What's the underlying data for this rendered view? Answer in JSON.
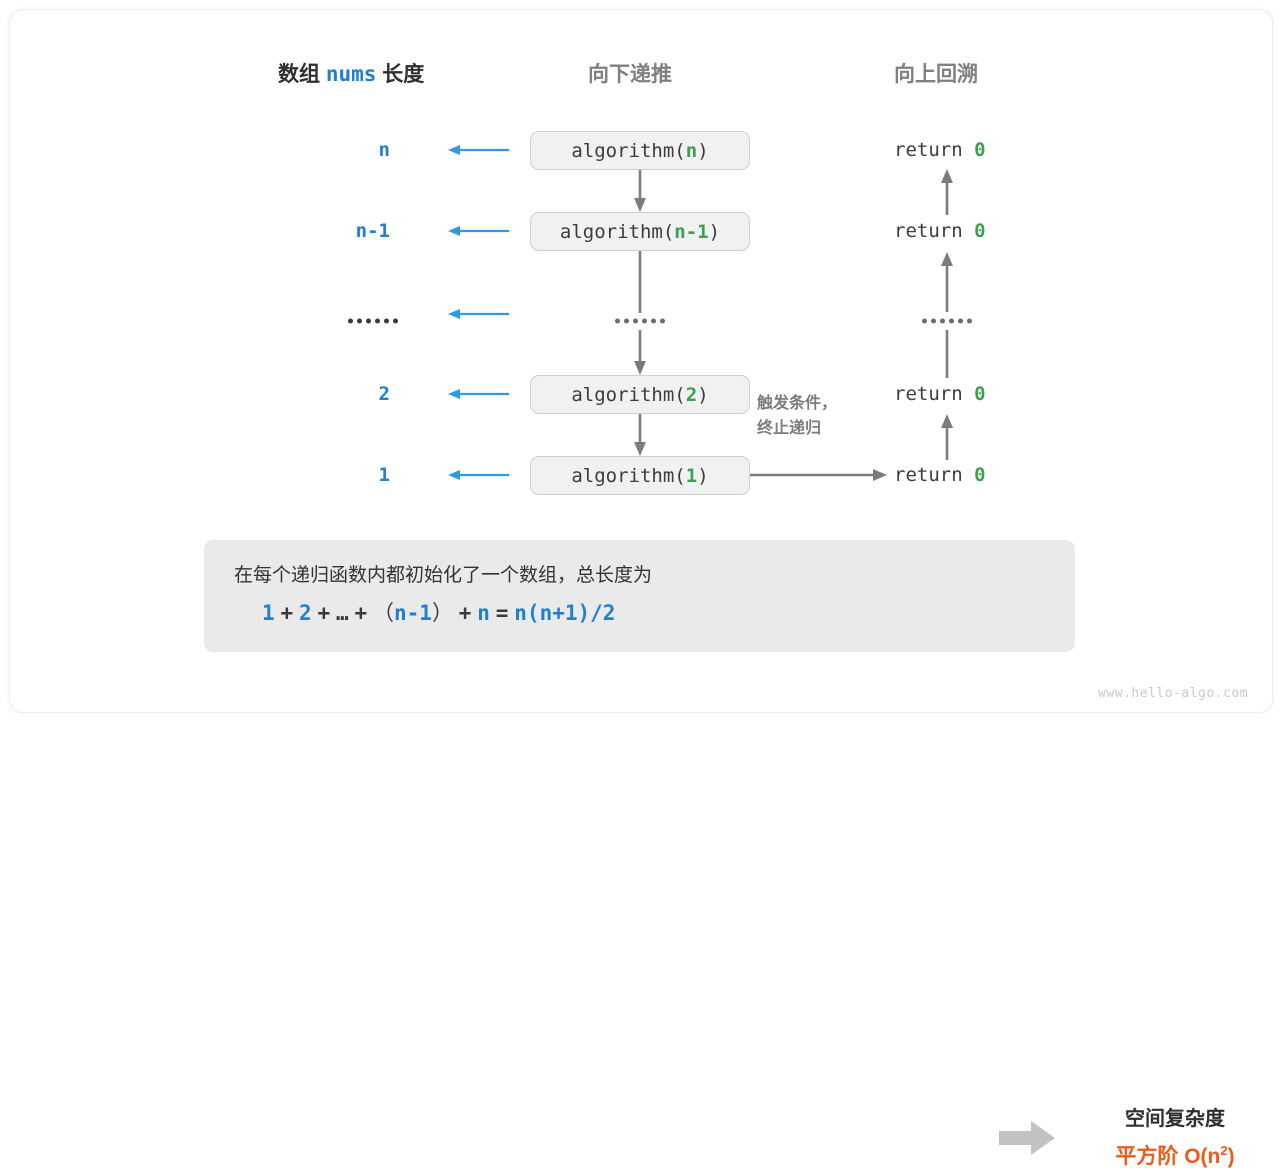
{
  "headers": {
    "left_prefix": "数组",
    "left_code": "nums",
    "left_suffix": "长度",
    "middle": "向下递推",
    "right": "向上回溯"
  },
  "rows": [
    {
      "length": "n",
      "call_fn": "algorithm(",
      "call_arg": "n",
      "call_close": ")",
      "return_text": "return",
      "return_value": "0"
    },
    {
      "length": "n-1",
      "call_fn": "algorithm(",
      "call_arg": "n-1",
      "call_close": ")",
      "return_text": "return",
      "return_value": "0"
    },
    {
      "length": "……",
      "call_fn": "",
      "call_arg": "",
      "call_close": "",
      "return_text": "",
      "return_value": ""
    },
    {
      "length": "2",
      "call_fn": "algorithm(",
      "call_arg": "2",
      "call_close": ")",
      "return_text": "return",
      "return_value": "0"
    },
    {
      "length": "1",
      "call_fn": "algorithm(",
      "call_arg": "1",
      "call_close": ")",
      "return_text": "return",
      "return_value": "0"
    }
  ],
  "trigger_note": {
    "line1": "触发条件，",
    "line2": "终止递归"
  },
  "summary": {
    "description": "在每个递归函数内都初始化了一个数组，总长度为",
    "formula_parts": {
      "t1": "1",
      "op1": "+",
      "t2": "2",
      "op2": "+",
      "t3": "…",
      "op3": "+",
      "lparen": "（",
      "t4": "n-1",
      "rparen": "）",
      "op4": "+",
      "t5": "n",
      "eq": "=",
      "result": "n(n+1)/2"
    },
    "title": "空间复杂度",
    "result_label": "平方阶",
    "result_notation_base": "O(n",
    "result_notation_exp": "2",
    "result_notation_close": ")"
  },
  "watermark": "www.hello-algo.com",
  "colors": {
    "blue": "#1f7fd4",
    "green": "#3d9f52",
    "orange": "#ef5b18",
    "gray_text": "#7d7d7d",
    "box_fill": "#f1f1f1",
    "summary_fill": "#eaeaea",
    "arrow_gray": "#7c7c7c"
  }
}
